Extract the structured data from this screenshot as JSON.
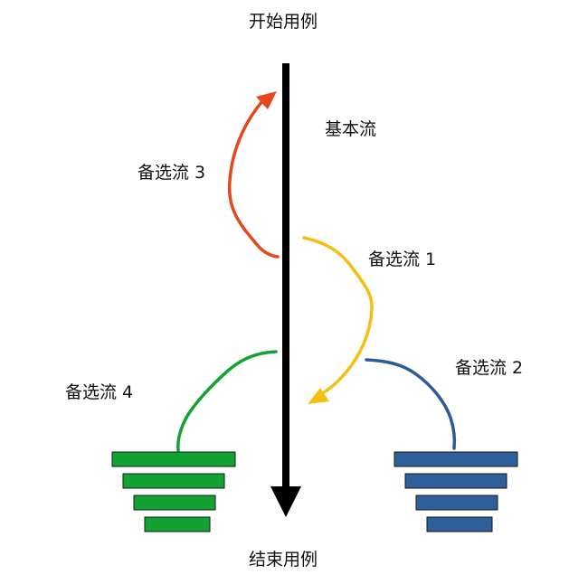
{
  "labels": {
    "start": "开始用例",
    "end": "结束用例",
    "basic_flow": "基本流",
    "alt1": "备选流 1",
    "alt2": "备选流 2",
    "alt3": "备选流 3",
    "alt4": "备选流 4"
  },
  "colors": {
    "main_arrow": "#000000",
    "alt1": "#F5BE12",
    "alt2": "#2B5C97",
    "alt3": "#E8471B",
    "alt4": "#12A232",
    "alt2_bars": "#2D5F9A",
    "alt4_bars": "#12A232"
  },
  "icons": {
    "main_arrow": "arrow-down-icon",
    "alt1_arrow": "arrowhead-icon",
    "alt3_arrow": "arrowhead-icon",
    "alt2_stack": "stacked-bars-icon",
    "alt4_stack": "stacked-bars-icon"
  }
}
